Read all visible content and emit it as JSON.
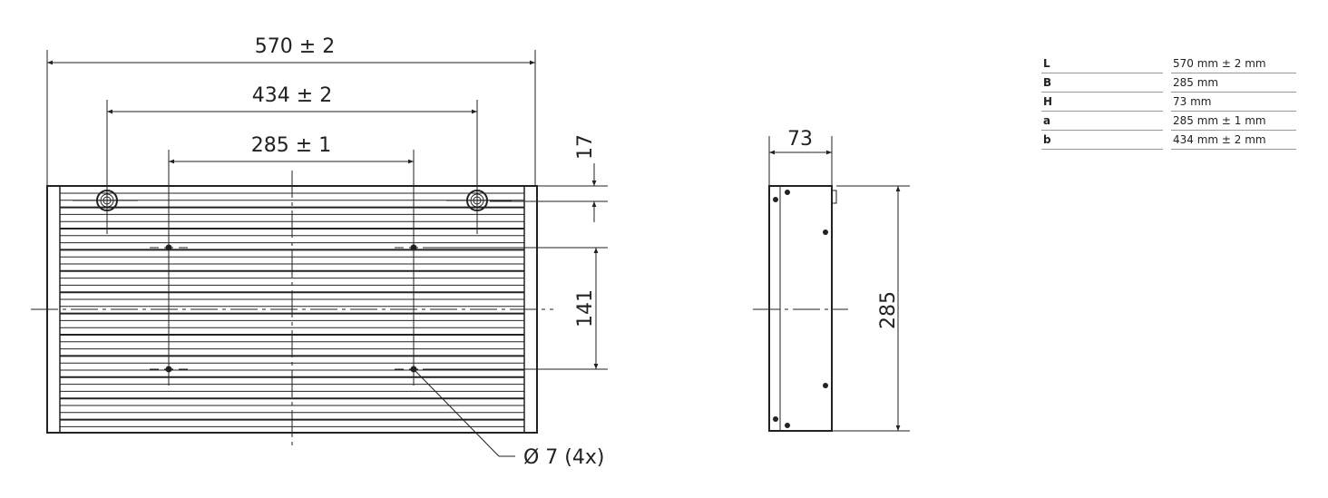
{
  "front_view": {
    "length_label": "570 ± 2",
    "outer_hole_spacing_label": "434 ± 2",
    "inner_hole_spacing_label": "285 ± 1",
    "top_offset_label": "17",
    "vertical_hole_spacing_label": "141",
    "hole_callout": "Ø 7 (4x)"
  },
  "side_view": {
    "depth_label": "73",
    "height_label": "285"
  },
  "spec_table": [
    {
      "key": "L",
      "value": "570 mm ± 2 mm"
    },
    {
      "key": "B",
      "value": "285 mm"
    },
    {
      "key": "H",
      "value": "73 mm"
    },
    {
      "key": "a",
      "value": "285 mm ± 1 mm"
    },
    {
      "key": "b",
      "value": "434 mm ± 2 mm"
    }
  ]
}
